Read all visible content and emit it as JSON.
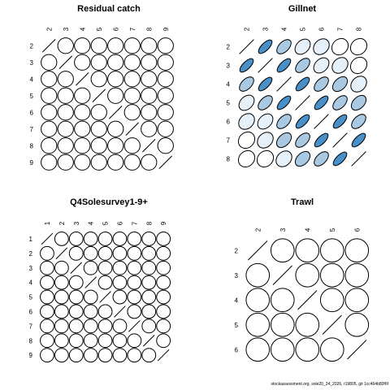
{
  "footer": "stockassessment.org, sole20_24_2026, r19805, git 1cc464b80f6f",
  "colors": {
    "strong": "#4a90c8",
    "medium": "#a9c9e2",
    "weak": "#e6f0f9",
    "none": "#ffffff",
    "stroke": "#000000"
  },
  "chart_data": [
    {
      "type": "heatmap",
      "title": "Residual catch",
      "labels": [
        "2",
        "3",
        "4",
        "5",
        "6",
        "7",
        "8",
        "9"
      ],
      "shading": [
        [
          0,
          0,
          0,
          0,
          0,
          0,
          0,
          0
        ],
        [
          0,
          0,
          0,
          0,
          0,
          0,
          0,
          0
        ],
        [
          0,
          0,
          0,
          0,
          0,
          0,
          0,
          0
        ],
        [
          0,
          0,
          0,
          0,
          0,
          0,
          0,
          0
        ],
        [
          0,
          0,
          0,
          0,
          0,
          0,
          0,
          0
        ],
        [
          0,
          0,
          0,
          0,
          0,
          0,
          0,
          0
        ],
        [
          0,
          0,
          0,
          0,
          0,
          0,
          0,
          0
        ],
        [
          0,
          0,
          0,
          0,
          0,
          0,
          0,
          0
        ]
      ],
      "shape": [
        [
          0,
          0,
          0,
          0,
          0,
          0,
          0,
          0
        ],
        [
          0,
          0,
          0,
          0,
          0,
          0,
          0,
          0
        ],
        [
          0,
          0,
          0,
          0,
          0,
          0,
          0,
          0
        ],
        [
          0,
          0,
          0,
          0,
          0,
          0,
          0,
          0
        ],
        [
          0,
          0,
          0,
          0,
          0,
          0,
          0,
          0
        ],
        [
          0,
          0,
          0,
          0,
          0,
          0,
          0,
          0
        ],
        [
          0,
          0,
          0,
          0,
          0,
          0,
          0,
          0
        ],
        [
          0,
          0,
          0,
          0,
          0,
          0,
          0,
          0
        ]
      ]
    },
    {
      "type": "heatmap",
      "title": "Gillnet",
      "labels": [
        "2",
        "3",
        "4",
        "5",
        "6",
        "7",
        "8"
      ],
      "shading": [
        [
          0,
          3,
          2,
          1,
          1,
          0,
          0
        ],
        [
          3,
          0,
          3,
          2,
          1,
          1,
          0
        ],
        [
          2,
          3,
          0,
          3,
          2,
          2,
          1
        ],
        [
          1,
          2,
          3,
          0,
          3,
          2,
          2
        ],
        [
          1,
          1,
          2,
          3,
          0,
          3,
          2
        ],
        [
          0,
          1,
          2,
          2,
          3,
          0,
          3
        ],
        [
          0,
          0,
          1,
          2,
          2,
          3,
          0
        ]
      ],
      "shape": [
        [
          0,
          0.8,
          0.6,
          0.4,
          0.3,
          0.2,
          0.2
        ],
        [
          0.8,
          0,
          0.8,
          0.6,
          0.4,
          0.3,
          0.2
        ],
        [
          0.6,
          0.8,
          0,
          0.8,
          0.6,
          0.5,
          0.3
        ],
        [
          0.4,
          0.6,
          0.8,
          0,
          0.8,
          0.6,
          0.5
        ],
        [
          0.3,
          0.4,
          0.6,
          0.8,
          0,
          0.8,
          0.6
        ],
        [
          0.2,
          0.3,
          0.5,
          0.6,
          0.8,
          0,
          0.8
        ],
        [
          0.2,
          0.2,
          0.3,
          0.5,
          0.6,
          0.8,
          0
        ]
      ]
    },
    {
      "type": "heatmap",
      "title": "Q4Solesurvey1-9+",
      "labels": [
        "1",
        "2",
        "3",
        "4",
        "5",
        "6",
        "7",
        "8",
        "9"
      ],
      "shading": [
        [
          0,
          0,
          0,
          0,
          0,
          0,
          0,
          0,
          0
        ],
        [
          0,
          0,
          0,
          0,
          0,
          0,
          0,
          0,
          0
        ],
        [
          0,
          0,
          0,
          0,
          0,
          0,
          0,
          0,
          0
        ],
        [
          0,
          0,
          0,
          0,
          0,
          0,
          0,
          0,
          0
        ],
        [
          0,
          0,
          0,
          0,
          0,
          0,
          0,
          0,
          0
        ],
        [
          0,
          0,
          0,
          0,
          0,
          0,
          0,
          0,
          0
        ],
        [
          0,
          0,
          0,
          0,
          0,
          0,
          0,
          0,
          0
        ],
        [
          0,
          0,
          0,
          0,
          0,
          0,
          0,
          0,
          0
        ],
        [
          0,
          0,
          0,
          0,
          0,
          0,
          0,
          0,
          0
        ]
      ],
      "shape": [
        [
          0,
          0,
          0,
          0,
          0,
          0,
          0,
          0,
          0
        ],
        [
          0,
          0,
          0,
          0,
          0,
          0,
          0,
          0,
          0
        ],
        [
          0,
          0,
          0,
          0,
          0,
          0,
          0,
          0,
          0
        ],
        [
          0,
          0,
          0,
          0,
          0,
          0,
          0,
          0,
          0
        ],
        [
          0,
          0,
          0,
          0,
          0,
          0,
          0,
          0,
          0
        ],
        [
          0,
          0,
          0,
          0,
          0,
          0,
          0,
          0,
          0
        ],
        [
          0,
          0,
          0,
          0,
          0,
          0,
          0,
          0,
          0
        ],
        [
          0,
          0,
          0,
          0,
          0,
          0,
          0,
          0,
          0
        ],
        [
          0,
          0,
          0,
          0,
          0,
          0,
          0,
          0,
          0
        ]
      ]
    },
    {
      "type": "heatmap",
      "title": "Trawl",
      "labels": [
        "2",
        "3",
        "4",
        "5",
        "6"
      ],
      "shading": [
        [
          0,
          0,
          0,
          0,
          0
        ],
        [
          0,
          0,
          0,
          0,
          0
        ],
        [
          0,
          0,
          0,
          0,
          0
        ],
        [
          0,
          0,
          0,
          0,
          0
        ],
        [
          0,
          0,
          0,
          0,
          0
        ]
      ],
      "shape": [
        [
          0,
          0,
          0,
          0,
          0
        ],
        [
          0,
          0,
          0,
          0,
          0
        ],
        [
          0,
          0,
          0,
          0,
          0
        ],
        [
          0,
          0,
          0,
          0,
          0
        ],
        [
          0,
          0,
          0,
          0,
          0
        ]
      ]
    }
  ]
}
